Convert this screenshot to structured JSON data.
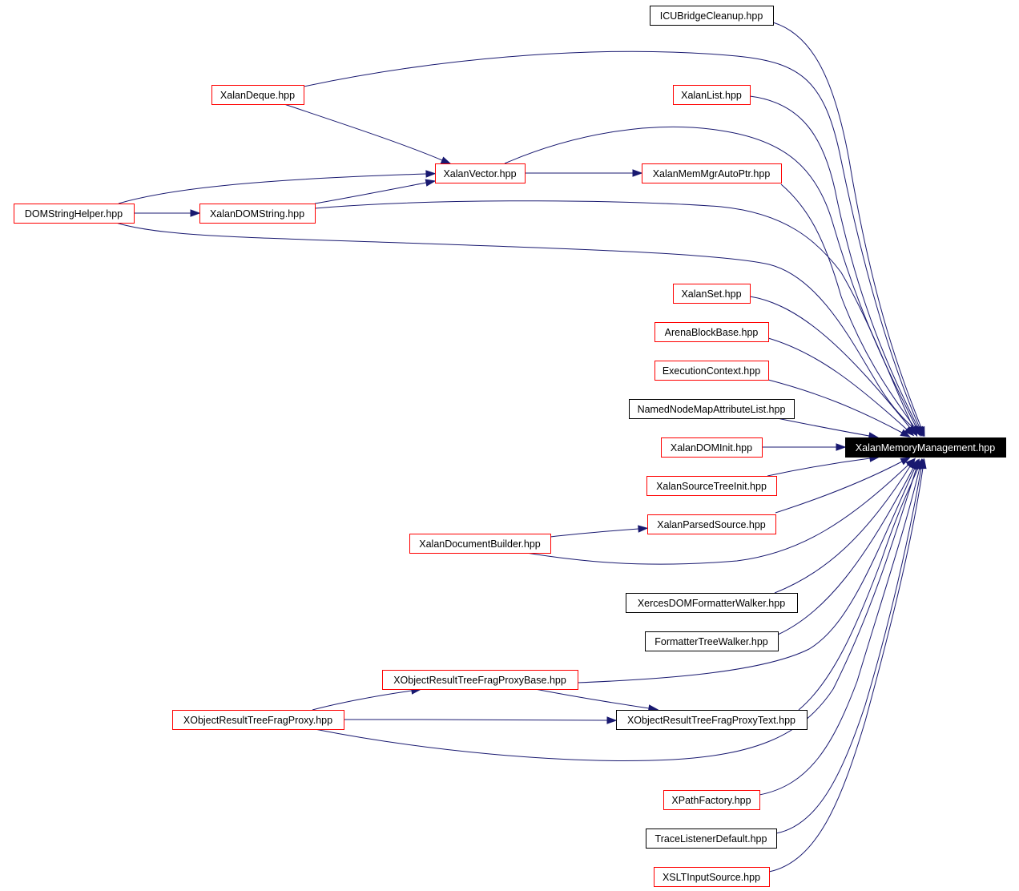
{
  "diagram": {
    "title": "Include dependency graph for XalanMemoryManagement.hpp",
    "colors": {
      "edge": "#191970",
      "documented_border": "#ff0000",
      "undocumented_border": "#000000",
      "focus_fill": "#000000",
      "focus_text": "#ffffff"
    },
    "focus_node": "XalanMemoryManagement.hpp",
    "nodes": [
      {
        "id": "icu",
        "label": "ICUBridgeCleanup.hpp",
        "style": "black"
      },
      {
        "id": "deque",
        "label": "XalanDeque.hpp",
        "style": "red"
      },
      {
        "id": "list",
        "label": "XalanList.hpp",
        "style": "red"
      },
      {
        "id": "vector",
        "label": "XalanVector.hpp",
        "style": "red"
      },
      {
        "id": "memmgr",
        "label": "XalanMemMgrAutoPtr.hpp",
        "style": "red"
      },
      {
        "id": "domstrhelper",
        "label": "DOMStringHelper.hpp",
        "style": "red"
      },
      {
        "id": "domstring",
        "label": "XalanDOMString.hpp",
        "style": "red"
      },
      {
        "id": "set",
        "label": "XalanSet.hpp",
        "style": "red"
      },
      {
        "id": "arena",
        "label": "ArenaBlockBase.hpp",
        "style": "red"
      },
      {
        "id": "execctx",
        "label": "ExecutionContext.hpp",
        "style": "red"
      },
      {
        "id": "namednode",
        "label": "NamedNodeMapAttributeList.hpp",
        "style": "black"
      },
      {
        "id": "xmm",
        "label": "XalanMemoryManagement.hpp",
        "style": "focus"
      },
      {
        "id": "dominit",
        "label": "XalanDOMInit.hpp",
        "style": "red"
      },
      {
        "id": "srctreeinit",
        "label": "XalanSourceTreeInit.hpp",
        "style": "red"
      },
      {
        "id": "parsedsrc",
        "label": "XalanParsedSource.hpp",
        "style": "red"
      },
      {
        "id": "docbuilder",
        "label": "XalanDocumentBuilder.hpp",
        "style": "red"
      },
      {
        "id": "xercesfmt",
        "label": "XercesDOMFormatterWalker.hpp",
        "style": "black"
      },
      {
        "id": "fmttree",
        "label": "FormatterTreeWalker.hpp",
        "style": "black"
      },
      {
        "id": "proxybase",
        "label": "XObjectResultTreeFragProxyBase.hpp",
        "style": "red"
      },
      {
        "id": "proxy",
        "label": "XObjectResultTreeFragProxy.hpp",
        "style": "red"
      },
      {
        "id": "proxytext",
        "label": "XObjectResultTreeFragProxyText.hpp",
        "style": "black"
      },
      {
        "id": "xpathfactory",
        "label": "XPathFactory.hpp",
        "style": "red"
      },
      {
        "id": "tracelistener",
        "label": "TraceListenerDefault.hpp",
        "style": "black"
      },
      {
        "id": "xsltinput",
        "label": "XSLTInputSource.hpp",
        "style": "red"
      }
    ],
    "edges": [
      {
        "from": "icu",
        "to": "xmm"
      },
      {
        "from": "deque",
        "to": "xmm"
      },
      {
        "from": "deque",
        "to": "vector"
      },
      {
        "from": "list",
        "to": "xmm"
      },
      {
        "from": "vector",
        "to": "xmm"
      },
      {
        "from": "vector",
        "to": "memmgr"
      },
      {
        "from": "memmgr",
        "to": "xmm"
      },
      {
        "from": "domstrhelper",
        "to": "vector"
      },
      {
        "from": "domstrhelper",
        "to": "domstring"
      },
      {
        "from": "domstrhelper",
        "to": "xmm"
      },
      {
        "from": "domstring",
        "to": "vector"
      },
      {
        "from": "domstring",
        "to": "xmm"
      },
      {
        "from": "set",
        "to": "xmm"
      },
      {
        "from": "arena",
        "to": "xmm"
      },
      {
        "from": "execctx",
        "to": "xmm"
      },
      {
        "from": "namednode",
        "to": "xmm"
      },
      {
        "from": "dominit",
        "to": "xmm"
      },
      {
        "from": "srctreeinit",
        "to": "xmm"
      },
      {
        "from": "parsedsrc",
        "to": "xmm"
      },
      {
        "from": "docbuilder",
        "to": "parsedsrc"
      },
      {
        "from": "docbuilder",
        "to": "xmm"
      },
      {
        "from": "xercesfmt",
        "to": "xmm"
      },
      {
        "from": "fmttree",
        "to": "xmm"
      },
      {
        "from": "proxybase",
        "to": "xmm"
      },
      {
        "from": "proxybase",
        "to": "proxytext"
      },
      {
        "from": "proxy",
        "to": "proxybase"
      },
      {
        "from": "proxy",
        "to": "proxytext"
      },
      {
        "from": "proxy",
        "to": "xmm"
      },
      {
        "from": "proxytext",
        "to": "xmm"
      },
      {
        "from": "xpathfactory",
        "to": "xmm"
      },
      {
        "from": "tracelistener",
        "to": "xmm"
      },
      {
        "from": "xsltinput",
        "to": "xmm"
      }
    ]
  }
}
